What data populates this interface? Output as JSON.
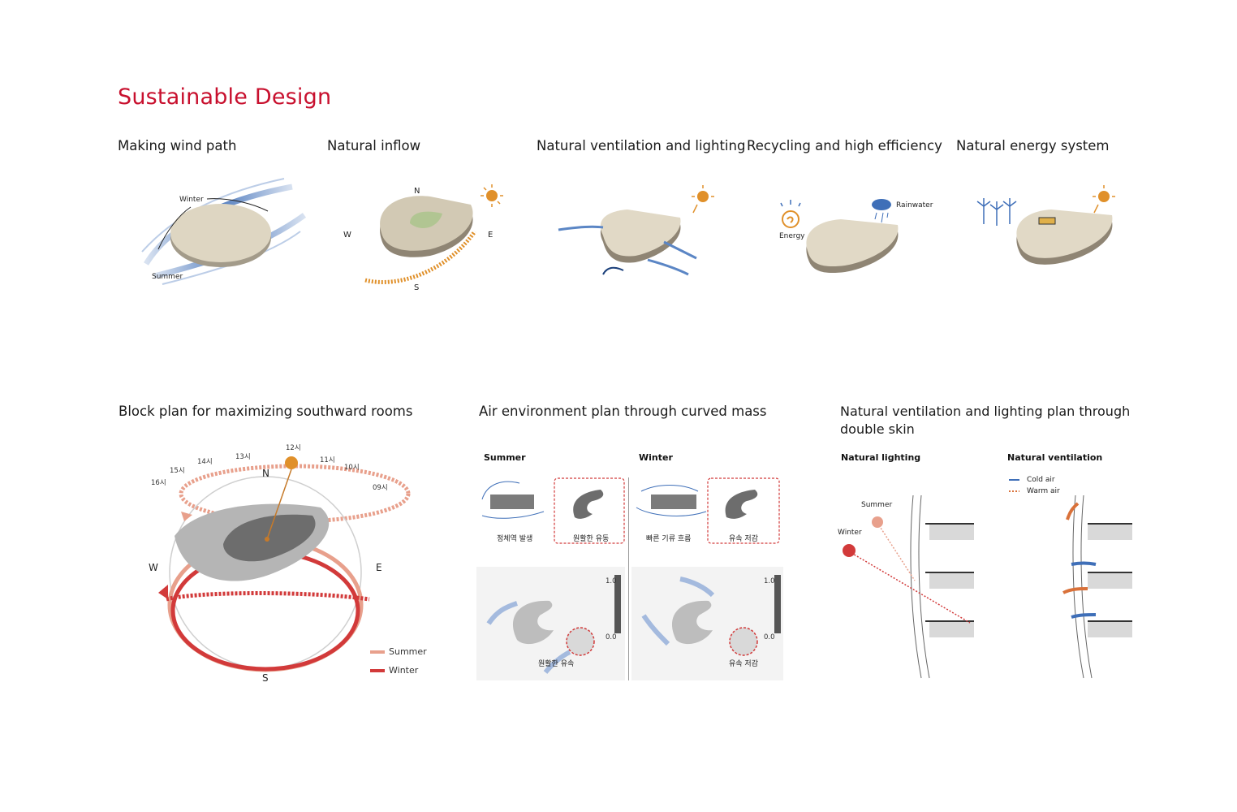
{
  "title": "Sustainable Design",
  "top_row": [
    {
      "title": "Making wind path",
      "labels": {
        "winter": "Winter",
        "summer": "Summer"
      }
    },
    {
      "title": "Natural inflow",
      "compass": {
        "n": "N",
        "w": "W",
        "e": "E",
        "s": "S"
      }
    },
    {
      "title": "Natural ventilation and lighting"
    },
    {
      "title": "Recycling and high efficiency",
      "labels": {
        "energy": "Energy",
        "rainwater": "Rainwater"
      }
    },
    {
      "title": "Natural energy system"
    }
  ],
  "block_plan": {
    "title": "Block plan for maximizing southward rooms",
    "hours": [
      "16시",
      "15시",
      "14시",
      "13시",
      "12시",
      "11시",
      "10시",
      "09시"
    ],
    "compass": {
      "n": "N",
      "w": "W",
      "e": "E",
      "s": "S"
    },
    "legend": {
      "summer": "Summer",
      "winter": "Winter"
    },
    "colors": {
      "summer": "#e8a08c",
      "winter": "#d23a3a"
    }
  },
  "air_env": {
    "title": "Air environment plan through curved mass",
    "summer": {
      "heading": "Summer",
      "caption_left": "정체역 발생",
      "caption_right": "원활한 유동",
      "sim_label": "원활한 유속"
    },
    "winter": {
      "heading": "Winter",
      "caption_left": "빠른 기류 흐름",
      "caption_right": "유속 저감",
      "sim_label": "유속 저감"
    },
    "scale": {
      "max": "1.0",
      "min": "0.0"
    }
  },
  "double_skin": {
    "title": "Natural ventilation and lighting plan through double skin",
    "lighting": {
      "heading": "Natural lighting",
      "summer": "Summer",
      "winter": "Winter"
    },
    "ventilation": {
      "heading": "Natural ventilation",
      "cold": "Cold air",
      "warm": "Warm air"
    }
  }
}
